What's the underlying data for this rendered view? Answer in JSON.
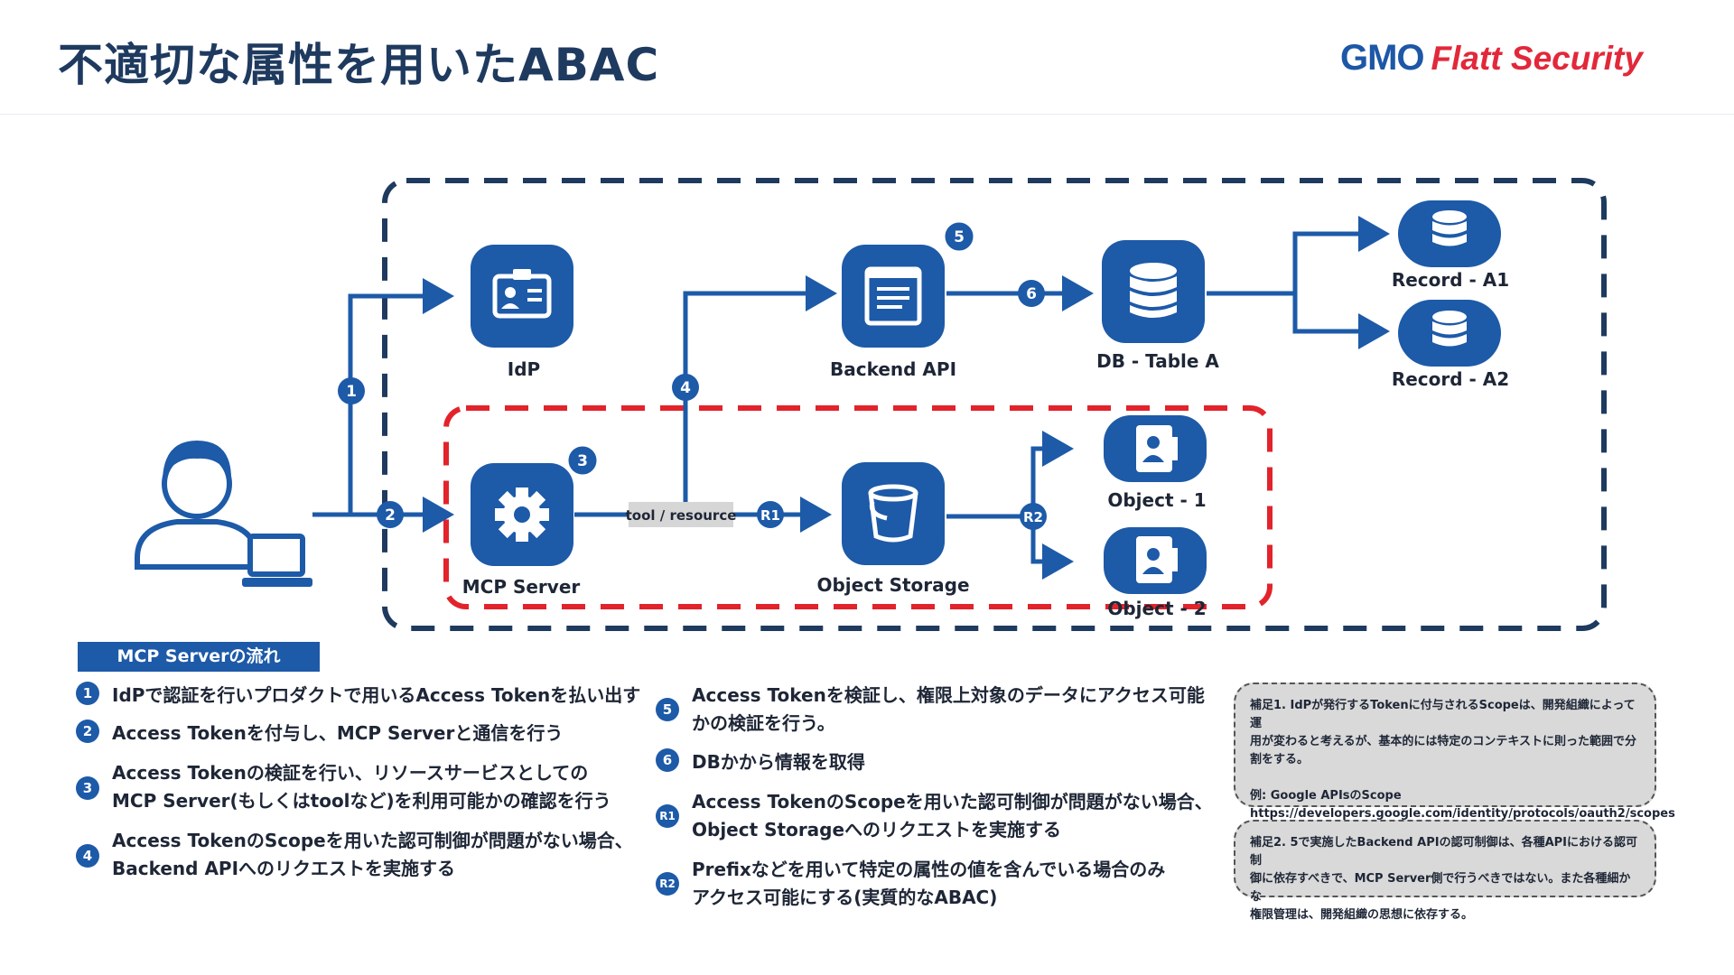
{
  "title": "不適切な属性を用いたABAC",
  "logo": {
    "gmo": "GMO",
    "flatt": "Flatt Security"
  },
  "colors": {
    "primary": "#1d5aa8",
    "dark_dash": "#1f3a5f",
    "red_dash": "#e2232b",
    "label_bg": "#d6d6d6"
  },
  "diagram": {
    "nodes": {
      "user": {
        "icon": "user-with-laptop-icon"
      },
      "idp": {
        "label": "IdP",
        "icon": "id-card-icon"
      },
      "mcp": {
        "label": "MCP Server",
        "icon": "gear-icon",
        "badge": "3"
      },
      "backend": {
        "label": "Backend API",
        "icon": "browser-window-icon",
        "badge": "5"
      },
      "db": {
        "label": "DB - Table A",
        "icon": "database-icon"
      },
      "record_a1": {
        "label": "Record - A1",
        "icon": "database-icon"
      },
      "record_a2": {
        "label": "Record - A2",
        "icon": "database-icon"
      },
      "storage": {
        "label": "Object Storage",
        "icon": "bucket-icon"
      },
      "object_1": {
        "label": "Object - 1",
        "icon": "object-file-icon"
      },
      "object_2": {
        "label": "Object - 2",
        "icon": "object-file-icon"
      }
    },
    "flow_badges": {
      "b1": "1",
      "b2": "2",
      "b4": "4",
      "b6": "6",
      "r1": "R1",
      "r2": "R2"
    },
    "tool_label": "tool / resource"
  },
  "flow_box_title": "MCP Serverの流れ",
  "steps_left": [
    {
      "badge": "1",
      "text": "IdPで認証を行いプロダクトで用いるAccess Tokenを払い出す"
    },
    {
      "badge": "2",
      "text": "Access Tokenを付与し、MCP Serverと通信を行う"
    },
    {
      "badge": "3",
      "text": "Access Tokenの検証を行い、リソースサービスとしての\nMCP Server(もしくはtoolなど)を利用可能かの確認を行う"
    },
    {
      "badge": "4",
      "text": "Access TokenのScopeを用いた認可制御が問題がない場合、\nBackend APIへのリクエストを実施する"
    }
  ],
  "steps_right": [
    {
      "badge": "5",
      "text": "Access Tokenを検証し、権限上対象のデータにアクセス可能\nかの検証を行う。"
    },
    {
      "badge": "6",
      "text": "DBかから情報を取得"
    },
    {
      "badge": "R1",
      "text": "Access TokenのScopeを用いた認可制御が問題がない場合、\nObject Storageへのリクエストを実施する"
    },
    {
      "badge": "R2",
      "text": "Prefixなどを用いて特定の属性の値を含んでいる場合のみ\nアクセス可能にする(実質的なABAC)"
    }
  ],
  "notes": {
    "note1": "補足1. IdPが発行するTokenに付与されるScopeは、開発組織によって運\n用が変わると考えるが、基本的には特定のコンテキストに則った範囲で分\n割をする。\n\n例: Google APIsのScope\nhttps://developers.google.com/identity/protocols/oauth2/scopes",
    "note2": "補足2. 5で実施したBackend APIの認可制御は、各種APIにおける認可制\n御に依存すべきで、MCP Server側で行うべきではない。また各種細かな\n権限管理は、開発組織の思想に依存する。"
  }
}
